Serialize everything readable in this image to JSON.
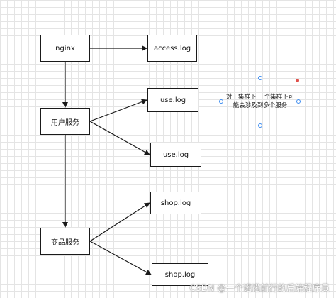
{
  "nodes": {
    "nginx": "nginx",
    "access_log": "access.log",
    "user_service": "用户服务",
    "use_log_1": "use.log",
    "use_log_2": "use.log",
    "shop_log_1": "shop.log",
    "product_service": "商品服务",
    "shop_log_2": "shop.log"
  },
  "note": {
    "line1": "对于集群下 一个集群下可",
    "line2": "能会涉及到多个服务"
  },
  "watermark": "CSDN @一个诺诺前行的后端程序员",
  "colors": {
    "stroke": "#1a1a1a",
    "grid": "#e4e4e4",
    "handle": "#3c8cf0",
    "rotate_handle": "#e0504a"
  }
}
